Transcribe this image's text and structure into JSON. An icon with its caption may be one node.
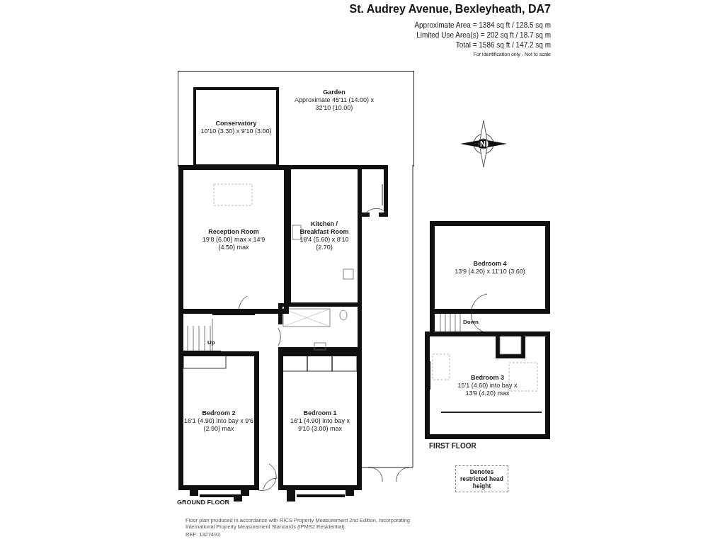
{
  "diagram": {
    "title": "St. Audrey Avenue, Bexleyheath, DA7",
    "nodes": [
      {
        "text": [
          "Garden",
          "Approximate 45'11 (14.00) x 32'10 (10.00)"
        ]
      },
      {
        "text": [
          "Conservatory",
          "10'10 (3.30) x 9'10 (3.00)"
        ],
        "in": 0
      },
      {
        "text": [
          "Reception Room",
          "19'8 (6.00) max x 14'9 (4.50) max"
        ]
      },
      {
        "text": [
          "Kitchen / Breakfast Room",
          "18'4 (5.60) x 8'10 (2.70)"
        ]
      },
      {
        "text": [
          "Bedroom 2",
          "16'1 (4.90) into bay x 9'6 (2.90) max"
        ]
      },
      {
        "text": [
          "Bedroom 1",
          "16'1 (4.90) into bay x 9'10 (3.00) max"
        ]
      },
      {
        "text": [
          "Bedroom 4",
          "13'9 (4.20) x 11'10 (3.60)"
        ]
      },
      {
        "text": [
          "Bedroom 3",
          "15'1 (4.60) into bay x 13'9 (4.20) max"
        ]
      }
    ],
    "labels": [
      "Approximate Area = 1384 sq ft / 128.5 sq m",
      "Limited Use Area(s) = 202 sq ft / 18.7 sq m",
      "Total = 1586 sq ft / 147.2 sq m",
      "For identification only - Not to scale",
      "N",
      "Up",
      "Down",
      "FIRST FLOOR",
      "GROUND FLOOR",
      "Floor plan produced in accordance with RICS Property Measurement 2nd Edition, Incorporating International Property Measurement Standards (IPMS2 Residential).",
      "REF: 1327493"
    ],
    "legend": [
      {
        "text": "Denotes restricted head height"
      }
    ]
  }
}
